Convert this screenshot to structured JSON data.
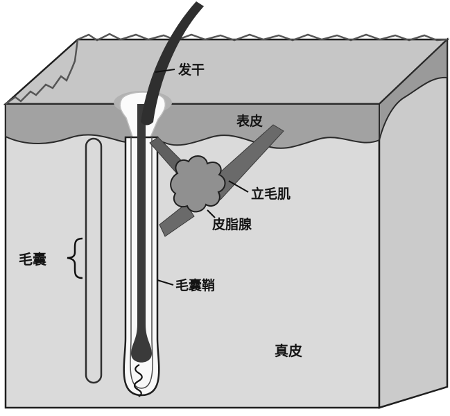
{
  "figure": {
    "background": "#ffffff",
    "colors": {
      "top_face": "#c6c6c6",
      "front_face": "#dadada",
      "right_face": "#cbcbcb",
      "epidermis_band": "#a2a2a2",
      "hair": "#333333",
      "muscle": "#6a6a6a",
      "gland": "#909090",
      "outline": "#1f1f1f"
    },
    "labels": {
      "hair_shaft": "发干",
      "epidermis": "表皮",
      "arrector_pili": "立毛肌",
      "sebaceous_gland": "皮脂腺",
      "hair_follicle": "毛囊",
      "follicle_sheath": "毛囊鞘",
      "dermis": "真皮"
    }
  }
}
